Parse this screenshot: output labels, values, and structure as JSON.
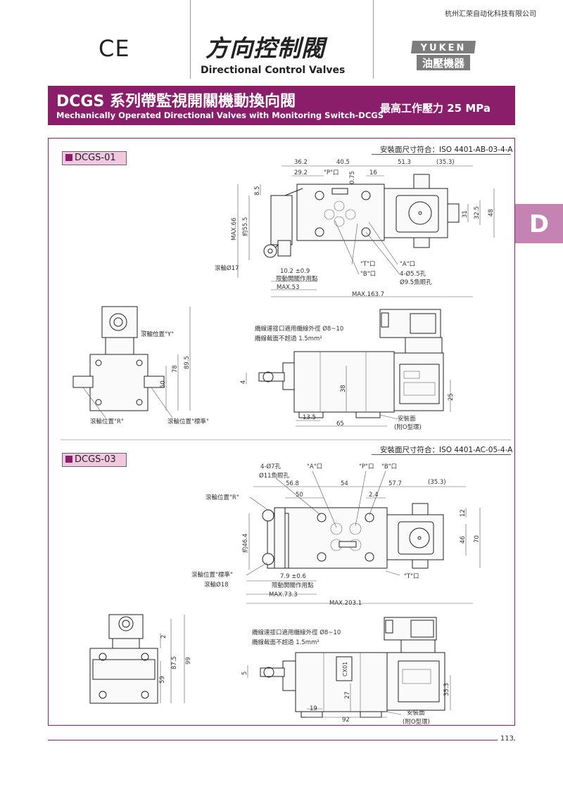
{
  "header": {
    "company": "杭州汇荣自动化科技有限公司",
    "ce_mark": "CE",
    "title_cn": "方向控制閥",
    "title_en": "Directional Control Valves",
    "logo_top": "YUKEN",
    "logo_bottom": "油壓機器"
  },
  "banner": {
    "title": "DCGS 系列帶監視開關機動換向閥",
    "subtitle": "Mechanically Operated Directional Valves with Monitoring Switch-DCGS",
    "pressure": "最高工作壓力  25 MPa",
    "color": "#8a1e6b"
  },
  "section_tab": "D",
  "sections": [
    {
      "model": "DCGS-01",
      "standard": "安裝面尺寸符合：ISO 4401-AB-03-4-A",
      "top_dims": [
        "36.2",
        "40.5",
        "51.3",
        "(35.3)",
        "29.2",
        "16",
        "0.75",
        "8.5",
        "31",
        "32.5",
        "48"
      ],
      "side_dims": [
        "MAX.66",
        "約55.5"
      ],
      "port_labels": [
        "\"P\"口",
        "\"T\"口",
        "\"B\"口",
        "\"A\"口"
      ],
      "holes": [
        "4-Ø5.5孔",
        "Ø9.5魚眼孔"
      ],
      "roller": "滾輪Ø17",
      "bottom_dims": [
        "10.2 ±0.9",
        "限動開關作用點",
        "MAX.53",
        "MAX.163.7"
      ],
      "front_labels": [
        "滾輪位置\"Y\"",
        "滾輪位置\"R\"",
        "滾輪位置\"標準\""
      ],
      "front_dims": [
        "89.5",
        "78",
        "50",
        "4"
      ],
      "cable_note_1": "纜線連接口適用纜線外徑 Ø8~10",
      "cable_note_2": "纜線截面不超過 1.5mm²",
      "side_view_dims": [
        "38",
        "25",
        "13.5",
        "65"
      ],
      "mount_label": "安裝面",
      "oring_label": "(附O型環)"
    },
    {
      "model": "DCGS-03",
      "standard": "安裝面尺寸符合：ISO 4401-AC-05-4-A",
      "holes": [
        "4-Ø7孔",
        "Ø11魚眼孔"
      ],
      "port_labels": [
        "\"A\"口",
        "\"P\"口",
        "\"B\"口",
        "\"T\"口"
      ],
      "top_dims": [
        "56.8",
        "54",
        "57.7",
        "(35.3)",
        "50",
        "2.4",
        "12",
        "46",
        "70"
      ],
      "side_dims": [
        "約46.4"
      ],
      "roller_labels": [
        "滾輪位置\"R\"",
        "滾輪位置\"標準\"",
        "滾輪Ø18"
      ],
      "bottom_dims": [
        "7.9 ±0.6",
        "限動開關作用點",
        "MAX.73.3",
        "MAX.203.1"
      ],
      "front_dims": [
        "2",
        "87.5",
        "99",
        "59"
      ],
      "cable_note_1": "纜線連接口適用纜線外徑 Ø8~10",
      "cable_note_2": "纜線截面不超過 1.5mm²",
      "side_view_dims": [
        "5",
        "27",
        "35.3",
        "19",
        "92"
      ],
      "body_mark": "CX01",
      "mount_label": "安裝面",
      "oring_label": "(附O型環)"
    }
  ],
  "page_number": "113"
}
